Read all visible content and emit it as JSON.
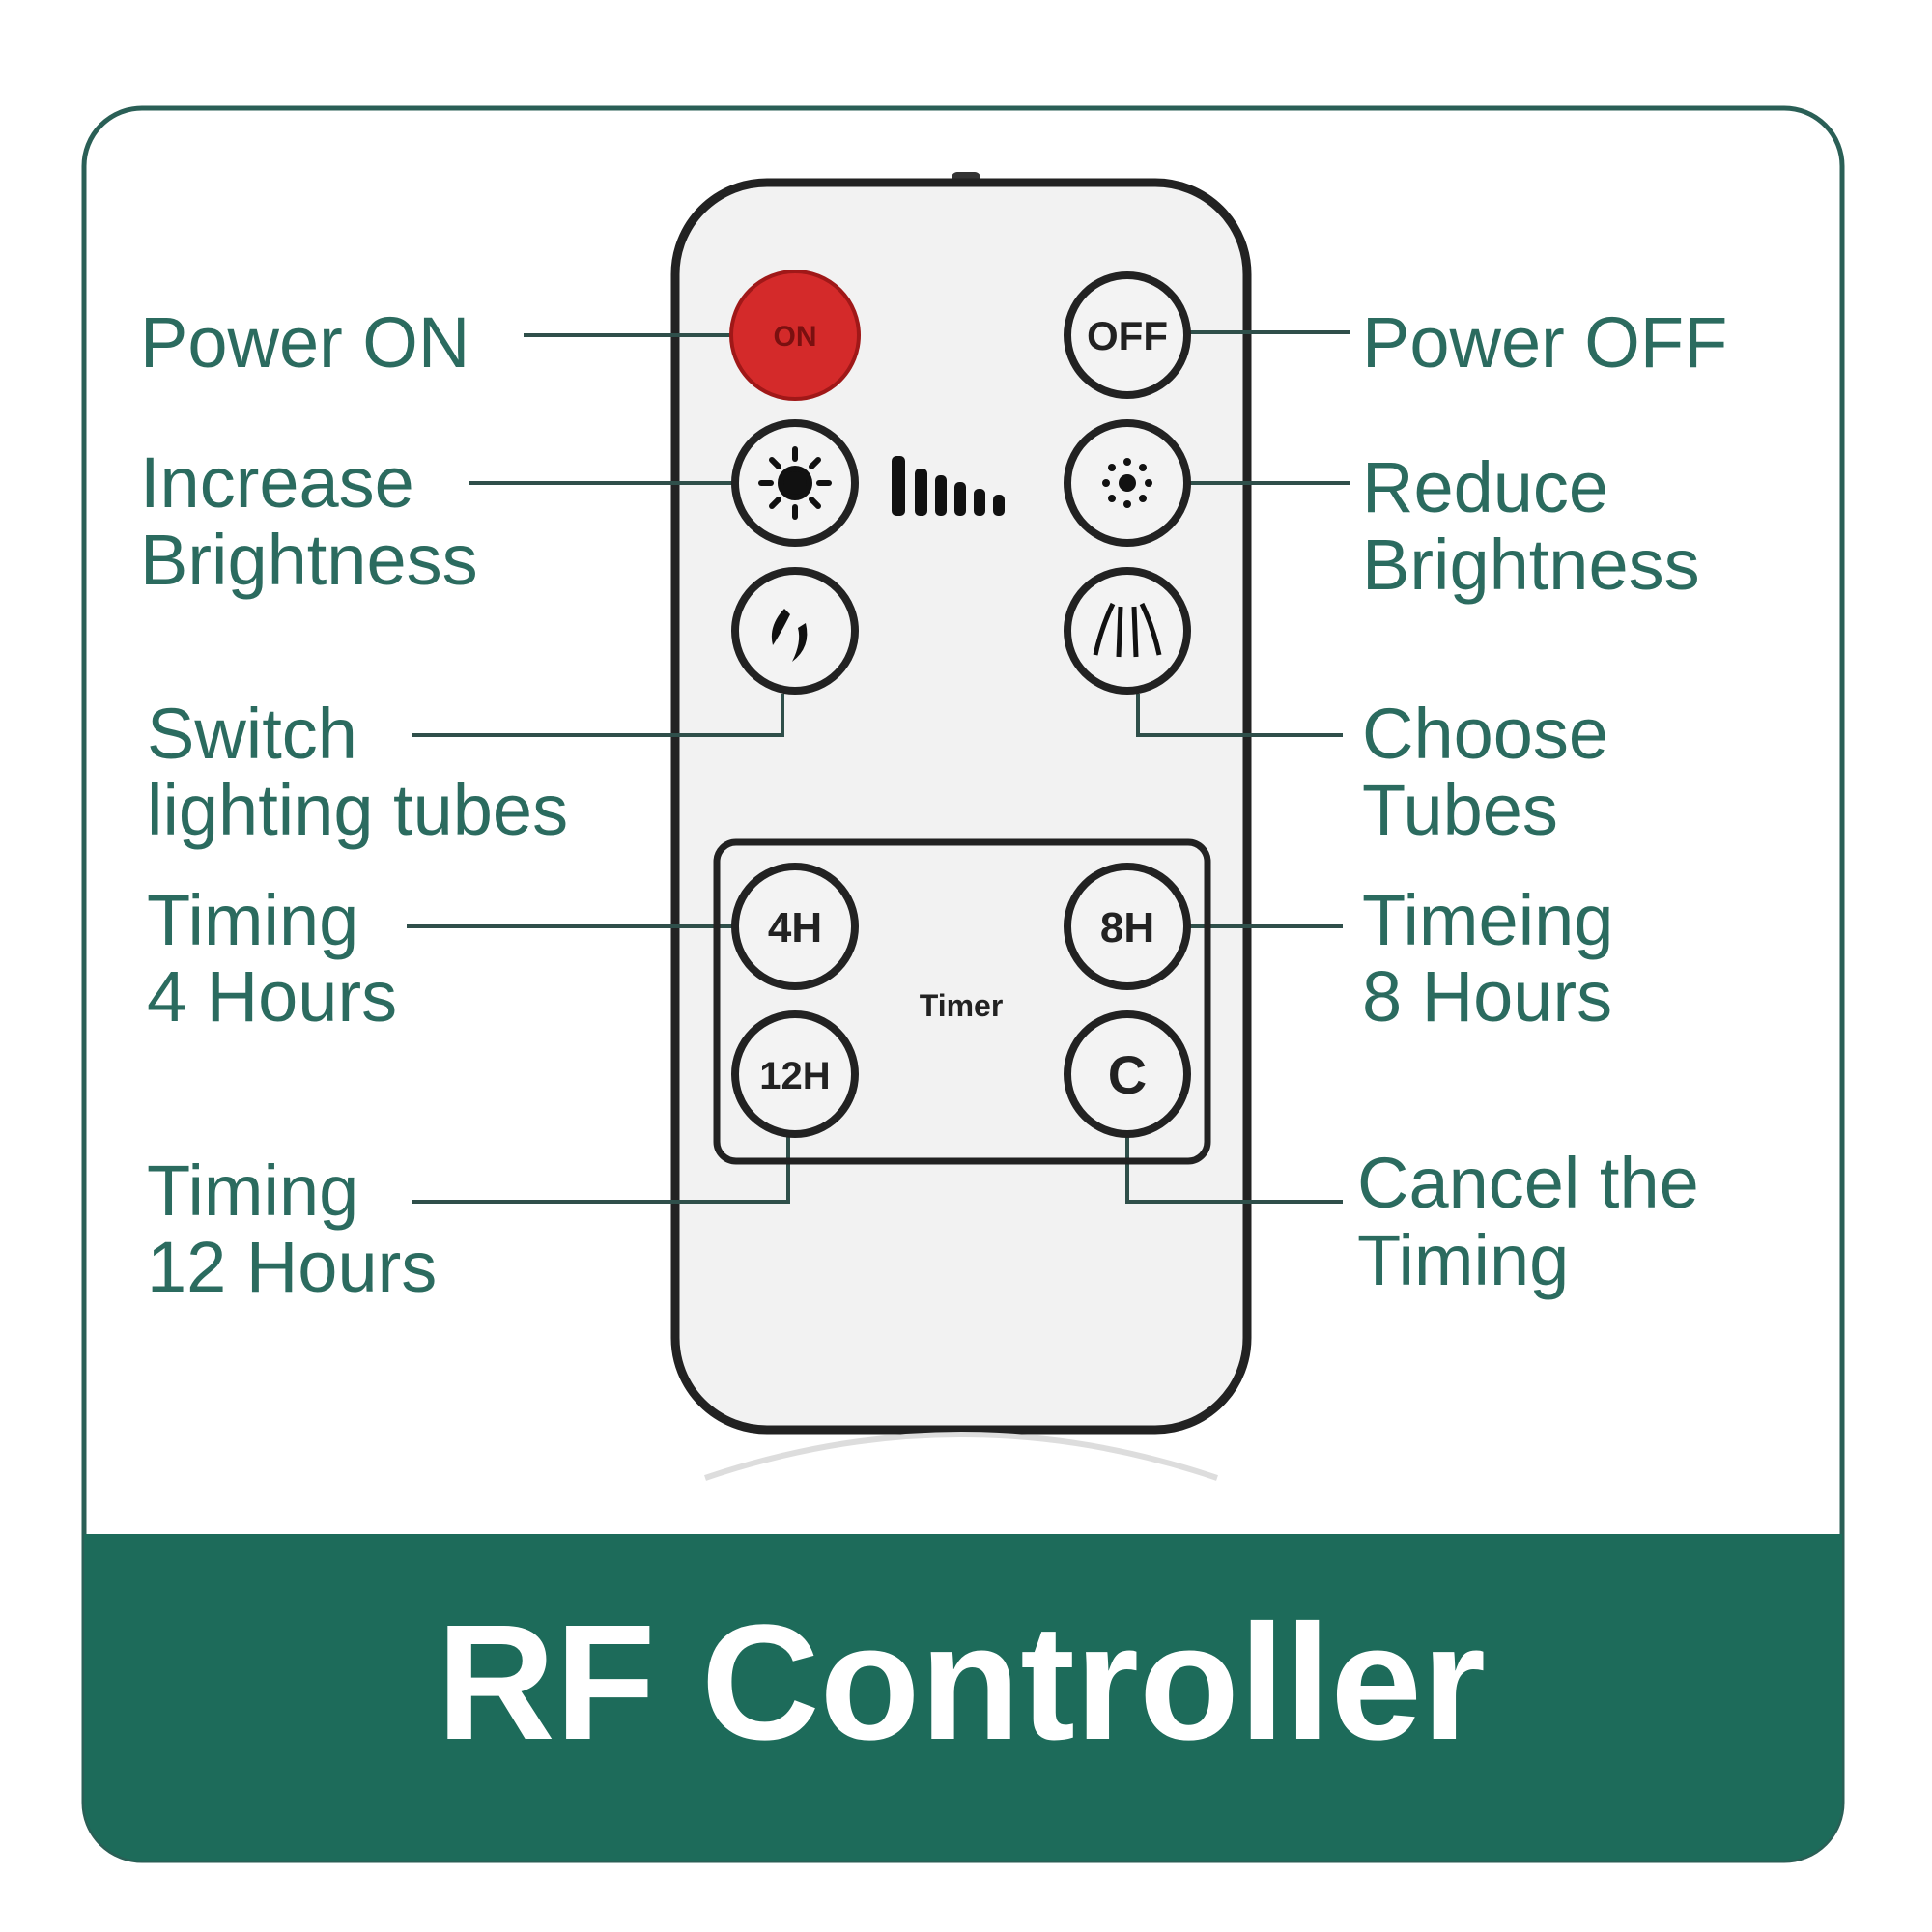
{
  "title": "RF Controller",
  "colors": {
    "brand_green": "#1d6b5a",
    "label_text": "#2b6b5f",
    "on_button": "#d42a2a"
  },
  "remote": {
    "buttons": {
      "on": "ON",
      "off": "OFF",
      "timer_4h": "4H",
      "timer_8h": "8H",
      "timer_12h": "12H",
      "cancel": "C"
    },
    "timer_label": "Timer"
  },
  "labels": {
    "power_on": "Power ON",
    "power_off": "Power OFF",
    "increase_1": "Increase",
    "increase_2": "Brightness",
    "reduce_1": "Reduce",
    "reduce_2": "Brightness",
    "switch_1": "Switch",
    "switch_2": "lighting tubes",
    "choose_1": "Choose",
    "choose_2": "Tubes",
    "t4_1": "Timing",
    "t4_2": "4 Hours",
    "t8_1": "Timeing",
    "t8_2": "8 Hours",
    "t12_1": "Timing",
    "t12_2": "12 Hours",
    "cancel_1": "Cancel the",
    "cancel_2": "Timing"
  }
}
